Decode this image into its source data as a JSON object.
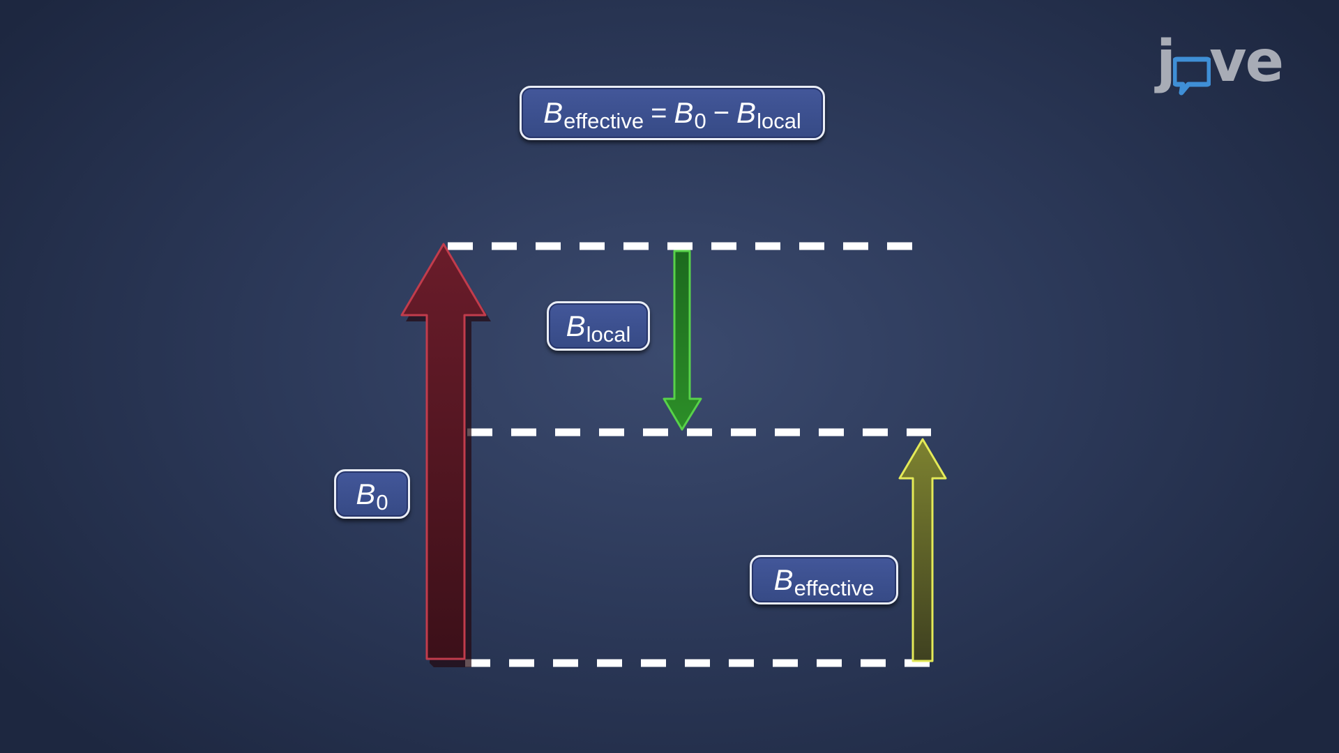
{
  "labels": {
    "formula": {
      "lhs_main": "B",
      "lhs_sub": "effective",
      "eq": "=",
      "t1_main": "B",
      "t1_sub": "0",
      "minus": "−",
      "t2_main": "B",
      "t2_sub": "local"
    },
    "b_local": {
      "main": "B",
      "sub": "local"
    },
    "b_zero": {
      "main": "B",
      "sub": "0"
    },
    "b_effective": {
      "main": "B",
      "sub": "effective"
    }
  },
  "logo": {
    "pre": "j",
    "post": "ve"
  },
  "colors": {
    "b0_arrow": "#4a1620",
    "b0_outline": "#c23c4c",
    "blocal_arrow": "#1f7a1f",
    "blocal_outline": "#58d24a",
    "beff_arrow": "#5b5e26",
    "beff_outline": "#e4ea58",
    "dash": "#ffffff",
    "logo_blue": "#3f8fd6"
  }
}
